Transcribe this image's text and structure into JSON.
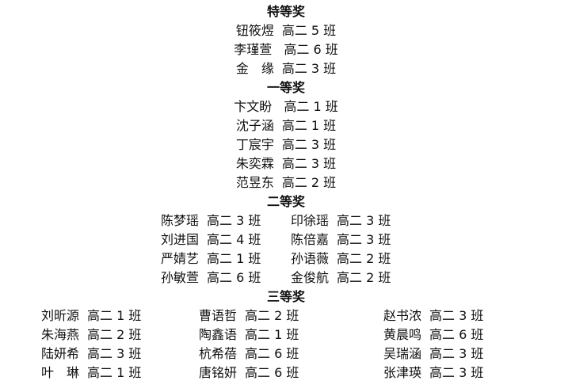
{
  "sections": {
    "special": {
      "title": "特等奖",
      "entries": [
        {
          "name": "钮筱煜",
          "class": "高二 5 班"
        },
        {
          "name": "李瑾萱 ",
          "class": "高二 6 班"
        },
        {
          "name": "金　缘",
          "class": "高二 3 班"
        }
      ]
    },
    "first": {
      "title": "一等奖",
      "entries": [
        {
          "name": "卞文盼 ",
          "class": "高二 1 班"
        },
        {
          "name": "沈子涵",
          "class": "高二 1 班"
        },
        {
          "name": "丁宸宇",
          "class": "高二 3 班"
        },
        {
          "name": "朱奕霖",
          "class": "高二 3 班"
        },
        {
          "name": "范昱东",
          "class": "高二 2 班"
        }
      ]
    },
    "second": {
      "title": "二等奖",
      "left": [
        {
          "name": "陈梦瑶",
          "class": "高二 3 班"
        },
        {
          "name": "刘进国",
          "class": "高二 4 班"
        },
        {
          "name": "严婧艺",
          "class": "高二 1 班"
        },
        {
          "name": "孙敏萱",
          "class": "高二 6 班"
        }
      ],
      "right": [
        {
          "name": "印徐瑶",
          "class": "高二 3 班"
        },
        {
          "name": "陈倍嘉",
          "class": "高二 3 班"
        },
        {
          "name": "孙语薇",
          "class": "高二 2 班"
        },
        {
          "name": "金俊航",
          "class": "高二 2 班"
        }
      ]
    },
    "third": {
      "title": "三等奖",
      "col1": [
        {
          "name": "刘昕源",
          "class": "高二 1 班"
        },
        {
          "name": "朱海燕",
          "class": "高二 2 班"
        },
        {
          "name": "陆妍希",
          "class": "高二 3 班"
        },
        {
          "name": "叶　琳",
          "class": "高二 1 班"
        }
      ],
      "col2": [
        {
          "name": "曹语哲",
          "class": "高二 2 班"
        },
        {
          "name": "陶鑫语",
          "class": "高二 1 班"
        },
        {
          "name": "杭希蓓",
          "class": "高二 6 班"
        },
        {
          "name": "唐铭妍",
          "class": "高二 6 班"
        }
      ],
      "col3": [
        {
          "name": "赵书浓",
          "class": "高二 3 班"
        },
        {
          "name": "黄晨鸣",
          "class": "高二 6 班"
        },
        {
          "name": "吴瑞涵",
          "class": "高二 3 班"
        },
        {
          "name": "张津瑛",
          "class": "高二 3 班"
        }
      ]
    }
  }
}
